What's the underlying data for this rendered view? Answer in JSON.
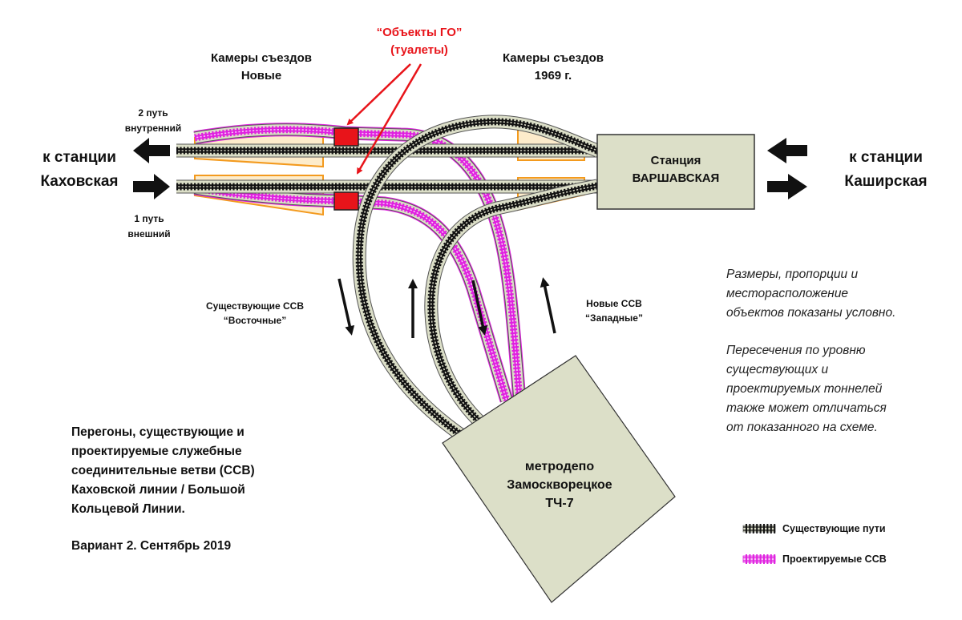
{
  "labels": {
    "cameras_new": [
      "Камеры съездов",
      "Новые"
    ],
    "go_objects": [
      "“Объекты ГО”",
      "(туалеты)"
    ],
    "cameras_1969": [
      "Камеры съездов",
      "1969 г."
    ],
    "track2": [
      "2 путь",
      "внутренний"
    ],
    "track1": [
      "1 путь",
      "внешний"
    ],
    "to_kakhovskaya": [
      "к станции",
      "Каховская"
    ],
    "to_kashirskaya": [
      "к станции",
      "Каширская"
    ],
    "station": [
      "Станция",
      "ВАРШАВСКАЯ"
    ],
    "ssv_existing": [
      "Существующие  ССВ",
      "“Восточные”"
    ],
    "ssv_new": [
      "Новые ССВ",
      "“Западные”"
    ],
    "depot": [
      "метродепо",
      "Замоскворецкое",
      "ТЧ-7"
    ]
  },
  "notes": {
    "disclaimer_1": [
      "Размеры, пропорции и",
      "месторасположение",
      "объектов показаны условно."
    ],
    "disclaimer_2": [
      "Пересечения по уровню",
      "существующих и",
      "проектируемых тоннелей",
      "также может отличаться",
      "от показанного на схеме."
    ]
  },
  "description": {
    "lines": [
      "Перегоны, существующие и",
      "проектируемые служебные",
      "соединительные ветви (ССВ)",
      "Каховской линии / Большой",
      "Кольцевой Линии."
    ],
    "variant": "Вариант 2. Сентябрь 2019"
  },
  "legend": [
    {
      "label": "Существующие пути",
      "kind": "existing"
    },
    {
      "label": "Проектируемые ССВ",
      "kind": "proposed"
    }
  ],
  "colors": {
    "existing_tie": "#111111",
    "proposed_tie": "#e020e0",
    "bed": "#dcdfc8",
    "camera_fill": "#fdeccb",
    "camera_stroke": "#f39a1e",
    "go_red": "#e8141a",
    "building": "#dcdfc8"
  }
}
